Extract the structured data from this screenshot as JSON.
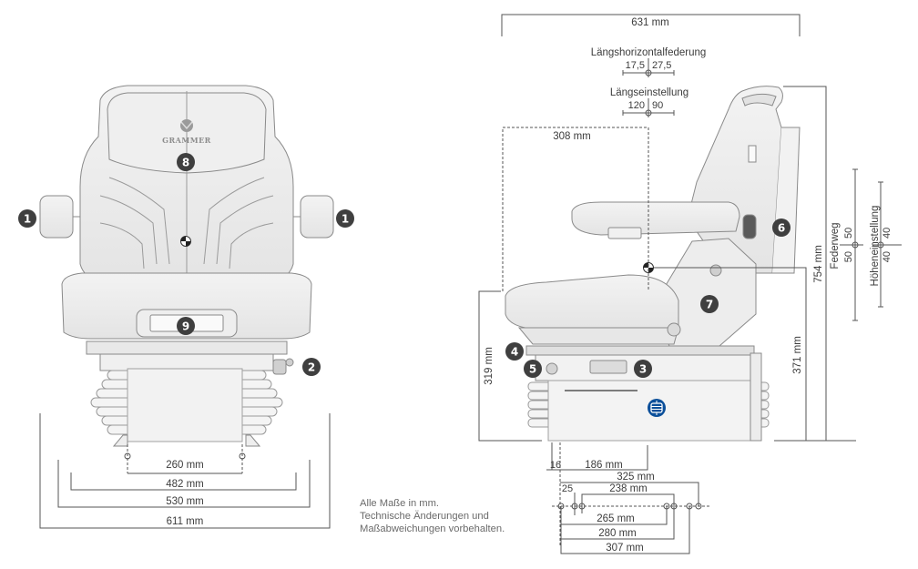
{
  "brand": "GRAMMER",
  "front_view": {
    "callouts": [
      "1",
      "1",
      "8",
      "9",
      "2"
    ],
    "dimensions": {
      "mount_spacing": "260 mm",
      "width_1": "482 mm",
      "width_2": "530 mm",
      "width_overall": "611 mm"
    }
  },
  "side_view": {
    "callouts": [
      "6",
      "7",
      "4",
      "5",
      "3"
    ],
    "feature_icon": "air-suspension-icon",
    "feature_icon_color": "#0b4f9a",
    "dimensions": {
      "overall_depth": "631 mm",
      "seat_depth": "308 mm",
      "seat_height_front": "319 mm",
      "seat_height_ref": "371 mm",
      "overall_height": "754 mm",
      "offset_16": "16",
      "depth_186": "186 mm",
      "base_325": "325 mm",
      "offset_25": "25",
      "base_238": "238 mm",
      "base_265": "265 mm",
      "base_280": "280 mm",
      "base_307": "307 mm"
    },
    "horizontal_suspension": {
      "label": "Längshorizontalfederung",
      "back": "17,5",
      "forward": "27,5"
    },
    "fore_aft_adjustment": {
      "label": "Längseinstellung",
      "back": "120",
      "forward": "90"
    },
    "suspension_travel": {
      "label": "Federweg",
      "up": "50",
      "down": "50"
    },
    "height_adjustment": {
      "label": "Höheneinstellung",
      "up": "40",
      "down": "40"
    }
  },
  "notes": [
    "Alle Maße in mm.",
    "Technische Änderungen und",
    "Maßabweichungen vorbehalten."
  ]
}
